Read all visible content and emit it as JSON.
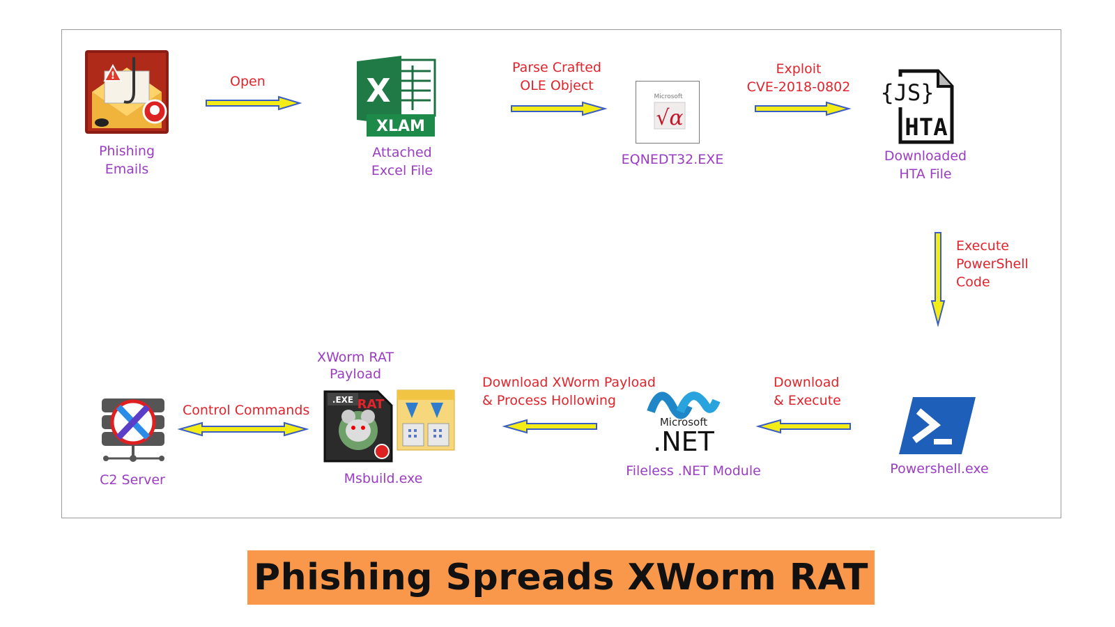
{
  "nodes": {
    "phishing": {
      "label": "Phishing\nEmails",
      "icon": "phishing-email-icon"
    },
    "excel": {
      "label": "Attached\nExcel File",
      "icon": "excel-xlam-icon",
      "badge": "XLAM",
      "letter": "X"
    },
    "eqnedt": {
      "label": "EQNEDT32.EXE",
      "icon": "equation-editor-icon",
      "small_text": "Microsoft",
      "formula": "√α"
    },
    "hta": {
      "label": "Downloaded\nHTA File",
      "icon": "hta-file-icon",
      "js_text": "{JS}",
      "hta_text": "HTA"
    },
    "powershell": {
      "label": "Powershell.exe",
      "icon": "powershell-icon"
    },
    "dotnet": {
      "label": "Fileless .NET Module",
      "icon": "dotnet-icon",
      "brand": "Microsoft",
      "net": ".NET"
    },
    "msbuild": {
      "label": "Msbuild.exe",
      "icon": "msbuild-icon",
      "exe_tag": ".EXE",
      "rat_tag": "RAT"
    },
    "c2": {
      "label": "C2 Server",
      "icon": "c2-server-icon"
    }
  },
  "annotations": {
    "xworm_payload": "XWorm RAT\nPayload"
  },
  "edges": {
    "open": "Open",
    "parse": "Parse Crafted\nOLE Object",
    "exploit": "Exploit\nCVE-2018-0802",
    "execute_ps": "Execute\nPowerShell\nCode",
    "download_execute": "Download\n& Execute",
    "download_xworm": "Download XWorm Payload\n& Process Hollowing",
    "control": "Control Commands"
  },
  "banner": {
    "title": "Phishing Spreads XWorm RAT"
  },
  "colors": {
    "label": "#9b3cc4",
    "edge_label": "#e0242c",
    "arrow_fill": "#f4ec16",
    "arrow_stroke": "#3a5cc6",
    "banner_bg": "#f9974a"
  }
}
